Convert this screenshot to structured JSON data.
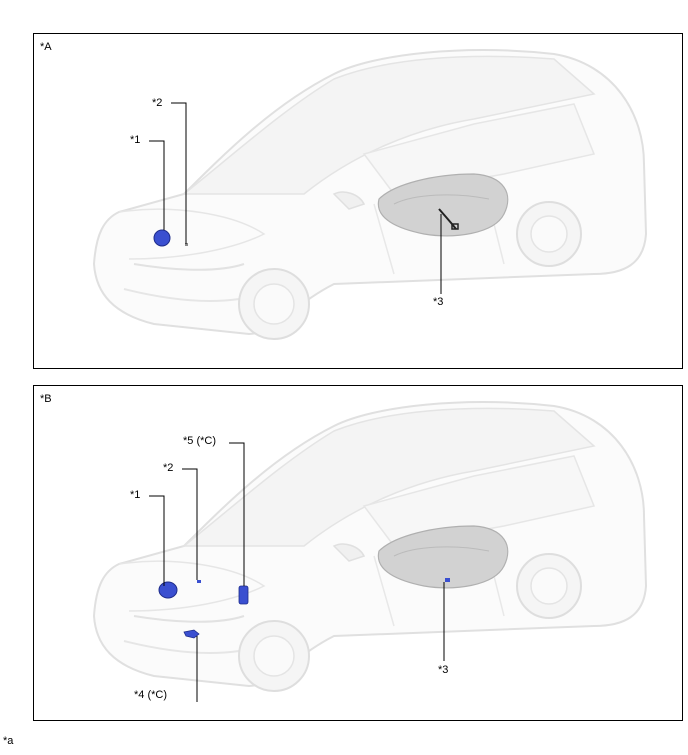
{
  "panel_a": {
    "tag": "*A",
    "callouts": {
      "c1": "*1",
      "c2": "*2",
      "c3": "*3"
    }
  },
  "panel_b": {
    "tag": "*B",
    "callouts": {
      "c1": "*1",
      "c2": "*2",
      "c3": "*3",
      "c4": "*4 (*C)",
      "c5": "*5 (*C)"
    }
  },
  "footnote": "*a",
  "colors": {
    "highlight": "#3a4fd0",
    "car_outline": "#e2e2e2",
    "frame": "#000000"
  }
}
